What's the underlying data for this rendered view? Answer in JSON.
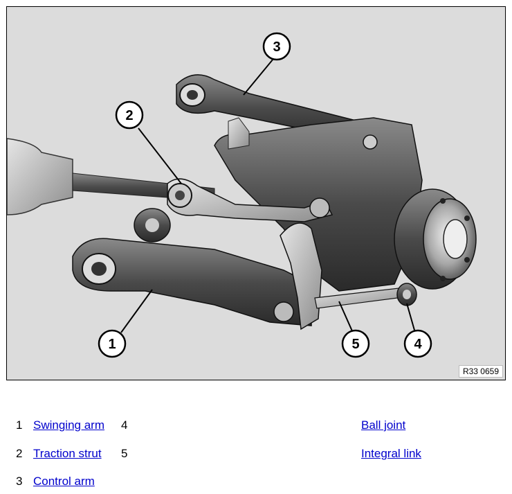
{
  "figure": {
    "reference_code": "R33 0659",
    "callouts": [
      "1",
      "2",
      "3",
      "4",
      "5"
    ]
  },
  "legend": [
    {
      "left_num": "1",
      "left_label": "Swinging arm",
      "right_num": "4",
      "right_label": "Ball joint"
    },
    {
      "left_num": "2",
      "left_label": "Traction strut",
      "right_num": "5",
      "right_label": "Integral link"
    },
    {
      "left_num": "3",
      "left_label": "Control arm"
    }
  ]
}
